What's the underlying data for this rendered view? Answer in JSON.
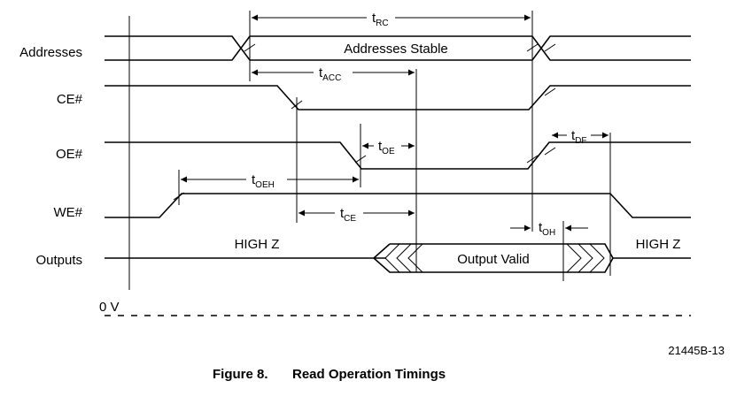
{
  "signals": {
    "addresses": "Addresses",
    "ce": "CE#",
    "oe": "OE#",
    "we": "WE#",
    "outputs": "Outputs"
  },
  "bus_labels": {
    "addresses_stable": "Addresses Stable",
    "output_valid": "Output Valid",
    "high_z_left": "HIGH Z",
    "high_z_right": "HIGH Z",
    "zero_v": "0 V"
  },
  "timing": {
    "t_rc": {
      "main": "t",
      "sub": "RC"
    },
    "t_acc": {
      "main": "t",
      "sub": "ACC"
    },
    "t_oe": {
      "main": "t",
      "sub": "OE"
    },
    "t_df": {
      "main": "t",
      "sub": "DF"
    },
    "t_oeh": {
      "main": "t",
      "sub": "OEH"
    },
    "t_ce": {
      "main": "t",
      "sub": "CE"
    },
    "t_oh": {
      "main": "t",
      "sub": "OH"
    }
  },
  "figure": {
    "id": "21445B-13",
    "number": "Figure 8.",
    "title": "Read Operation Timings"
  }
}
